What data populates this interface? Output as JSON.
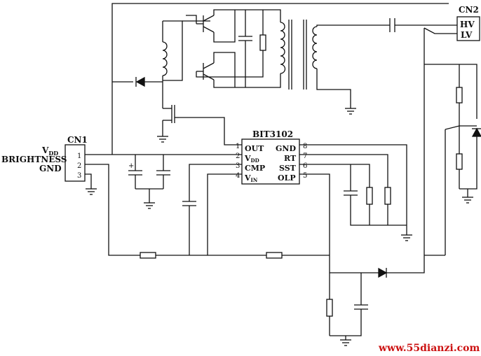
{
  "cn1": {
    "name": "CN1",
    "pins": [
      "1",
      "2",
      "3"
    ],
    "signals": {
      "vdd_main": "V",
      "vdd_sub": "DD",
      "brightness": "BRIGHTNESS",
      "gnd": "GND"
    }
  },
  "cn2": {
    "name": "CN2",
    "hv": "HV",
    "lv": "LV"
  },
  "ic": {
    "name": "BIT3102",
    "left_pins": [
      "1",
      "2",
      "3",
      "4"
    ],
    "right_pins": [
      "8",
      "7",
      "6",
      "5"
    ],
    "left_labels": [
      {
        "main": "OUT",
        "sub": ""
      },
      {
        "main": "V",
        "sub": "DD"
      },
      {
        "main": "CMP",
        "sub": ""
      },
      {
        "main": "V",
        "sub": "IN"
      }
    ],
    "right_labels": [
      "GND",
      "RT",
      "SST",
      "OLP"
    ]
  },
  "capacitor_polarity": "+",
  "watermark": "www.55dianzi.com",
  "colors": {
    "ink": "#111111",
    "background": "#ffffff",
    "watermark": "#cc1111"
  }
}
